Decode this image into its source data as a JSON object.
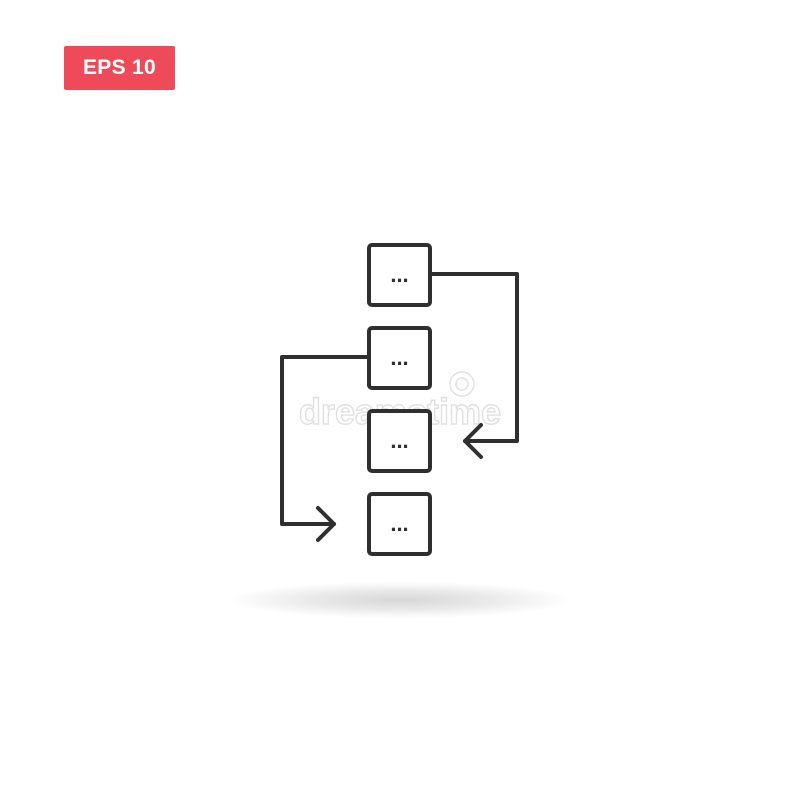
{
  "badge": {
    "label": "EPS 10",
    "color": "#ee4a5a"
  },
  "diagram": {
    "icon_name": "workflow-process-icon",
    "stroke_color": "#2f2f2f",
    "boxes": [
      {
        "label": "..."
      },
      {
        "label": "..."
      },
      {
        "label": "..."
      },
      {
        "label": "..."
      }
    ],
    "connectors": [
      {
        "from_box": 1,
        "to_box": 3,
        "side": "right"
      },
      {
        "from_box": 2,
        "to_box": 4,
        "side": "left"
      }
    ]
  },
  "watermark": {
    "text": "dreamstime"
  }
}
